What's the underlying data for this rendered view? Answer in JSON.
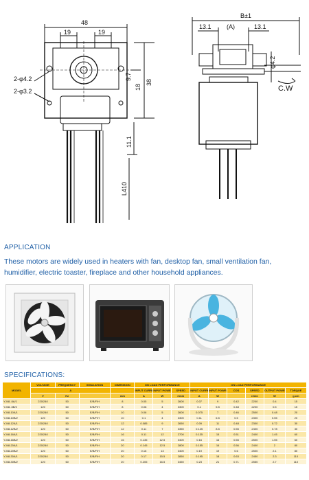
{
  "drawing": {
    "front": {
      "dim_width": "48",
      "dim_left": "19",
      "dim_right": "19",
      "hole1": "2-φ4.2",
      "hole2": "2-φ3.2",
      "dim_97": "9.7",
      "dim_18": "18",
      "dim_38": "38",
      "dim_111": "11.1",
      "dim_lead": "L410"
    },
    "side": {
      "dim_b": "B±1",
      "dim_left": "13.1",
      "dim_a": "(A)",
      "dim_right": "13.1",
      "shaft": "φ4.2",
      "rotation": "C.W"
    }
  },
  "application": {
    "title": "APPLICATION",
    "description": "These motors are widely used in heaters with fan, desktop fan, small ventilation fan, humidifier, electric toaster, fireplace and other household appliances."
  },
  "photos": [
    {
      "name": "ventilation fan"
    },
    {
      "name": "electric oven"
    },
    {
      "name": "desktop fan"
    }
  ],
  "specs": {
    "title": "SPECIFICATIONS:",
    "header": {
      "model": "MODEL",
      "voltage": "VOLTAGE",
      "frequency": "FREQUENCY",
      "insulation": "INSULATION",
      "dimension": "DIMENSION",
      "on_load": "ON LOAD PERFORMANCE",
      "on_load2": "ON LOAD PERFORMANCE",
      "input_current": "INPUT CURRENT",
      "input_power": "INPUT POWER",
      "speed": "SPEED",
      "input_current2": "INPUT CURRENT",
      "input_power2": "INPUT POWER",
      "cos": "COS",
      "speed2": "SPEED",
      "output_power": "OUTPUT POWER",
      "torque": "TORQUE"
    },
    "units": [
      "V",
      "Hz",
      "",
      "mm",
      "A",
      "W",
      "r/min",
      "A",
      "W",
      "",
      "r/min",
      "W",
      "g.cm"
    ],
    "sub_a": "A",
    "rows": [
      [
        "YJ48- 8A/1",
        "220/240",
        "50",
        "E/B/F/H",
        "8",
        "0.05",
        "5",
        "2600",
        "0.07",
        "9",
        "0.42",
        "2200",
        "0.4",
        "15"
      ],
      [
        "YJ48- 8B/2",
        "120",
        "60",
        "E/B/F/H",
        "8",
        "0.08",
        "4",
        "3300",
        "0.1",
        "5.5",
        "0.48",
        "2200",
        "0.5",
        "15"
      ],
      [
        "YJ48-10A/1",
        "220/240",
        "50",
        "E/B/F/H",
        "10",
        "0.06",
        "5",
        "2600",
        "0.075",
        "7",
        "0.46",
        "2500",
        "0.48",
        "20"
      ],
      [
        "YJ48-10B/2",
        "120",
        "60",
        "E/B/F/H",
        "10",
        "0.1",
        "4",
        "3300",
        "0.11",
        "6.5",
        "0.5",
        "2300",
        "0.55",
        "20"
      ],
      [
        "YJ48-12A/1",
        "220/240",
        "50",
        "E/B/F/H",
        "12",
        "0.085",
        "9",
        "2650",
        "0.09",
        "11",
        "0.48",
        "2300",
        "0.72",
        "30"
      ],
      [
        "YJ48-12B/2",
        "120",
        "60",
        "E/B/F/H",
        "12",
        "0.11",
        "7",
        "3350",
        "0.125",
        "8.5",
        "0.55",
        "2400",
        "0.78",
        "30"
      ],
      [
        "YJ48-16A/1",
        "220/240",
        "50",
        "E/B/F/H",
        "16",
        "0.11",
        "12",
        "2700",
        "0.135",
        "15",
        "0.51",
        "2400",
        "1.45",
        "60"
      ],
      [
        "YJ48-16B/2",
        "120",
        "60",
        "E/B/F/H",
        "16",
        "0.135",
        "12.5",
        "3400",
        "0.16",
        "16",
        "0.55",
        "2500",
        "1.55",
        "60"
      ],
      [
        "YJ48-20A/1",
        "220/240",
        "50",
        "E/B/F/H",
        "20",
        "0.145",
        "12.5",
        "2800",
        "0.155",
        "16",
        "0.56",
        "2400",
        "2",
        "80"
      ],
      [
        "YJ48-20B/2",
        "120",
        "60",
        "E/B/F/H",
        "20",
        "0.16",
        "13",
        "3400",
        "0.19",
        "19",
        "0.6",
        "2500",
        "2.1",
        "80"
      ],
      [
        "YJ48-30A/1",
        "220/240",
        "50",
        "E/B/F/H",
        "20",
        "0.17",
        "15.5",
        "2850",
        "0.195",
        "18",
        "0.63",
        "2450",
        "2.3",
        "110"
      ],
      [
        "YJ48-30B/2",
        "120",
        "60",
        "E/B/F/H",
        "20",
        "0.205",
        "16.5",
        "3450",
        "0.23",
        "21",
        "0.71",
        "2550",
        "2.7",
        "110"
      ]
    ]
  }
}
